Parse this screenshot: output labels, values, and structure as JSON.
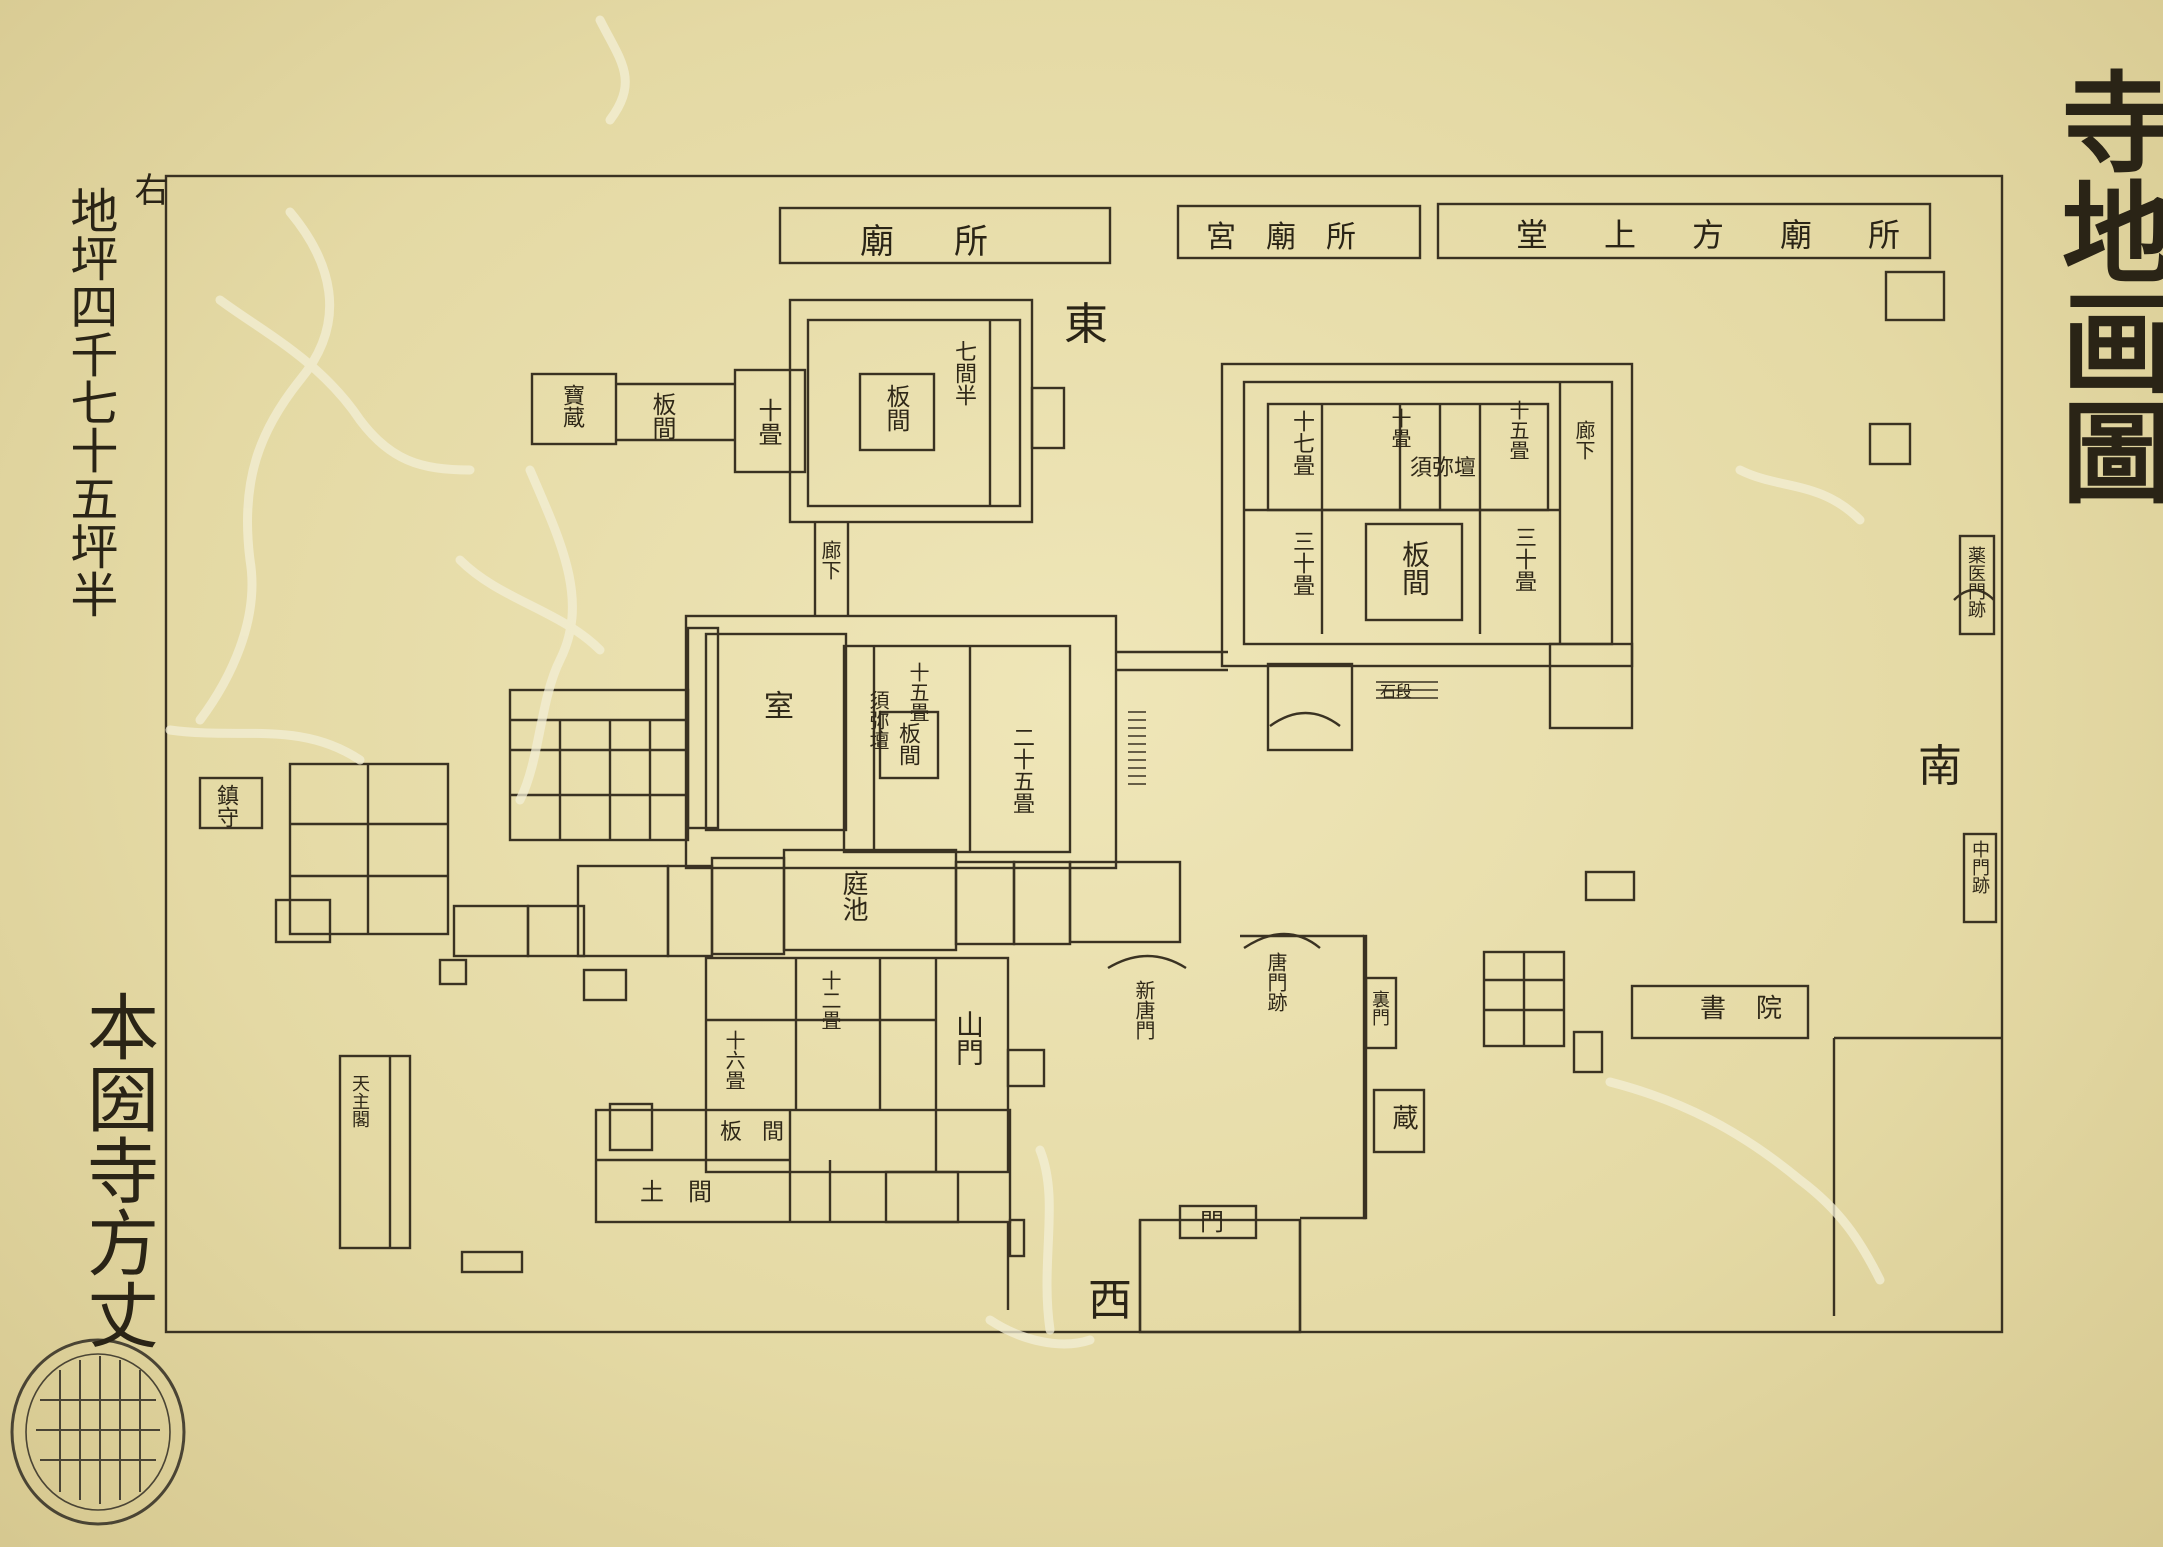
{
  "document": {
    "title": "寺地画圖",
    "area_prefix": "右",
    "area_note": "地坪四千七十五坪半",
    "owner": "本圀寺方丈",
    "seal_label": "seal"
  },
  "compass": {
    "east": "東",
    "west": "西",
    "south": "南"
  },
  "top_row": {
    "left_box": "廟所",
    "middle_box": "宮廟所",
    "right_box": "堂上方廟所"
  },
  "labels": {
    "sixteen_shrine": "寶蔵",
    "small_shrine": "鎮守",
    "room_7": "七間半",
    "room_10a": "十畳",
    "room_itama_top": "板間",
    "room_itama_east": "板間",
    "corridor": "廊下",
    "garden": "庭池",
    "room_shitsu": "室",
    "east_temple_left": "十七畳",
    "east_temple_30a": "三十畳",
    "east_temple_30b": "三十畳",
    "east_temple_15": "十五畳",
    "east_temple_10": "十畳",
    "east_temple_center": "板間",
    "east_temple_raou": "廊下",
    "east_temple_hall": "須弥壇",
    "mid_block_label": "須弥壇",
    "mid_block_25": "二十五畳",
    "mid_block_15": "十五畳",
    "mid_block_center": "板間",
    "kara_gate": "唐門跡",
    "shin_kara_gate": "新唐門",
    "middle_gate": "中門跡",
    "yakushi_gate": "薬医門跡",
    "gate": "門",
    "kura": "蔵",
    "ura_gate": "裏門",
    "shoin": "書院",
    "kitchen": "土間",
    "itama_south": "板間",
    "hall_16": "十六畳",
    "hall_12": "十二畳",
    "building_sanmon": "山門",
    "left_lower_stamp": "天主閣",
    "outer_stairs": "石段"
  }
}
